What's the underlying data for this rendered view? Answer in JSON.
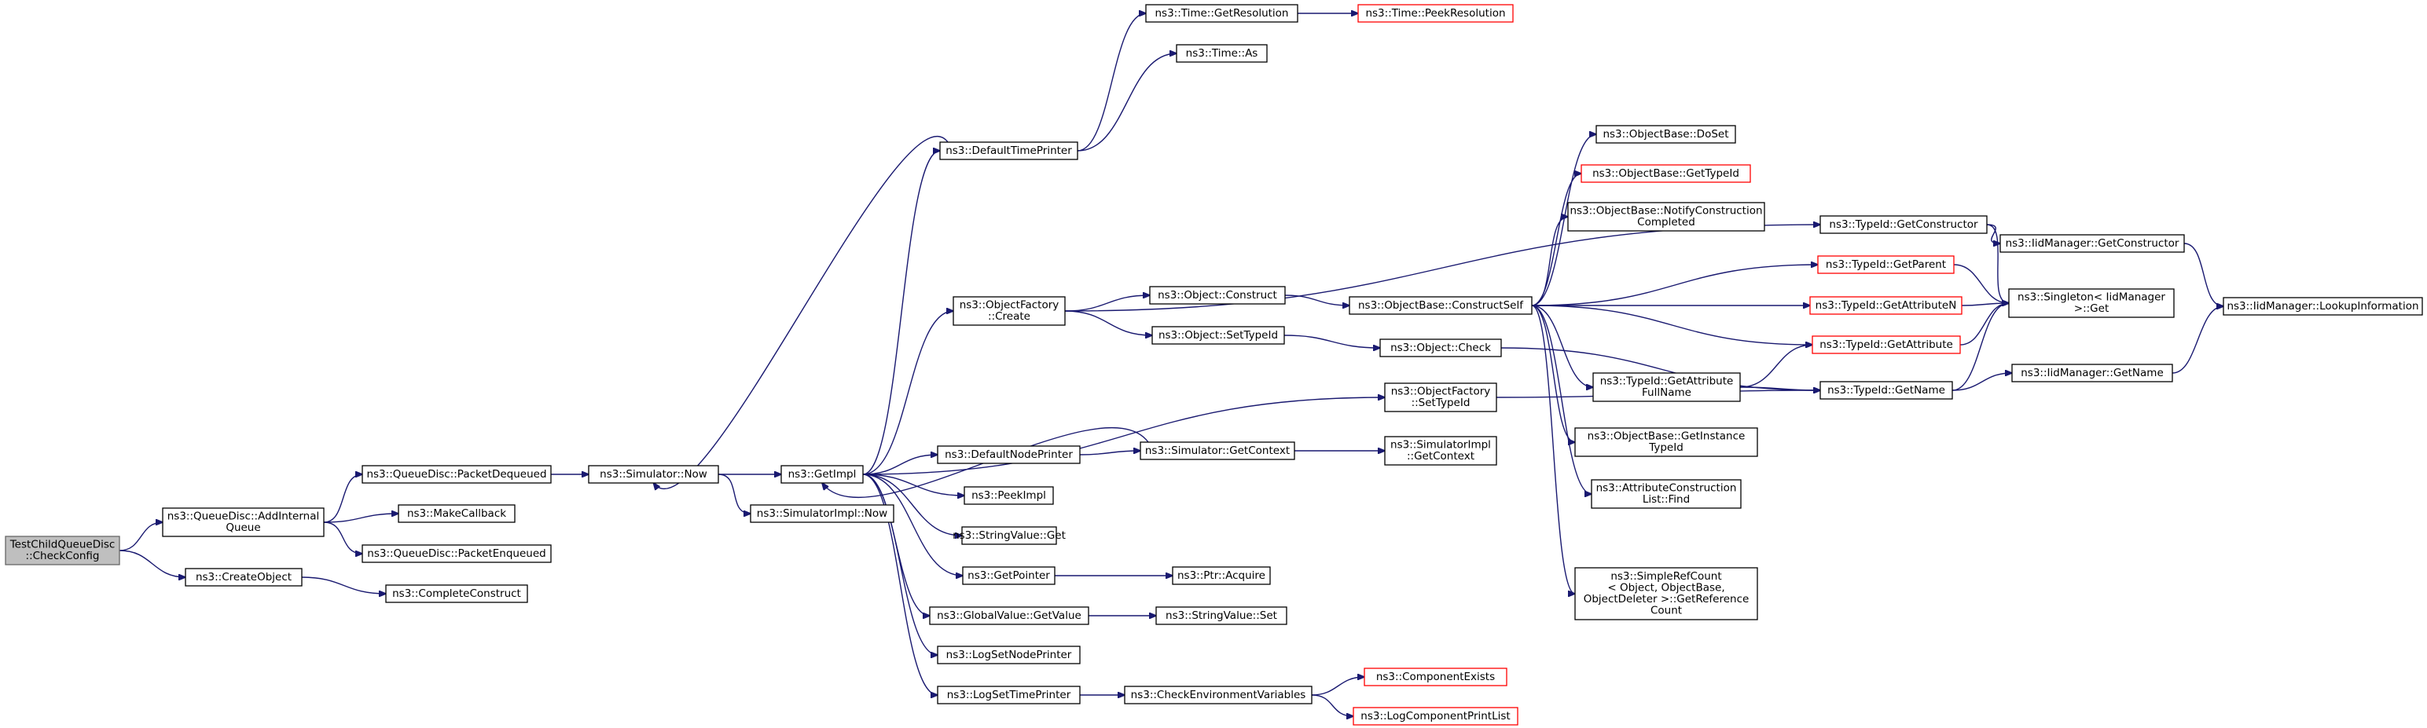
{
  "graph": {
    "nodes": [
      {
        "id": "root",
        "lines": [
          "TestChildQueueDisc",
          "::CheckConfig"
        ],
        "root": true
      },
      {
        "id": "addInternalQueue",
        "lines": [
          "ns3::QueueDisc::AddInternal",
          "Queue"
        ]
      },
      {
        "id": "createObject",
        "lines": [
          "ns3::CreateObject"
        ]
      },
      {
        "id": "packetDequeued",
        "lines": [
          "ns3::QueueDisc::PacketDequeued"
        ]
      },
      {
        "id": "makeCallback",
        "lines": [
          "ns3::MakeCallback"
        ]
      },
      {
        "id": "packetEnqueued",
        "lines": [
          "ns3::QueueDisc::PacketEnqueued"
        ]
      },
      {
        "id": "completeConstruct",
        "lines": [
          "ns3::CompleteConstruct"
        ]
      },
      {
        "id": "simNow",
        "lines": [
          "ns3::Simulator::Now"
        ]
      },
      {
        "id": "getImpl",
        "lines": [
          "ns3::GetImpl"
        ]
      },
      {
        "id": "simImplNow",
        "lines": [
          "ns3::SimulatorImpl::Now"
        ]
      },
      {
        "id": "defaultTimePrinter",
        "lines": [
          "ns3::DefaultTimePrinter"
        ]
      },
      {
        "id": "timeGetResolution",
        "lines": [
          "ns3::Time::GetResolution"
        ]
      },
      {
        "id": "timePeekResolution",
        "lines": [
          "ns3::Time::PeekResolution"
        ],
        "truncated": true
      },
      {
        "id": "timeAs",
        "lines": [
          "ns3::Time::As"
        ]
      },
      {
        "id": "objFactoryCreate",
        "lines": [
          "ns3::ObjectFactory",
          "::Create"
        ]
      },
      {
        "id": "objectConstruct",
        "lines": [
          "ns3::Object::Construct"
        ]
      },
      {
        "id": "objectSetTypeId",
        "lines": [
          "ns3::Object::SetTypeId"
        ]
      },
      {
        "id": "constructSelf",
        "lines": [
          "ns3::ObjectBase::ConstructSelf"
        ]
      },
      {
        "id": "objectCheck",
        "lines": [
          "ns3::Object::Check"
        ]
      },
      {
        "id": "objFactorySetTypeId",
        "lines": [
          "ns3::ObjectFactory",
          "::SetTypeId"
        ]
      },
      {
        "id": "defaultNodePrinter",
        "lines": [
          "ns3::DefaultNodePrinter"
        ]
      },
      {
        "id": "simGetContext",
        "lines": [
          "ns3::Simulator::GetContext"
        ]
      },
      {
        "id": "simImplGetContext",
        "lines": [
          "ns3::SimulatorImpl",
          "::GetContext"
        ]
      },
      {
        "id": "peekImpl",
        "lines": [
          "ns3::PeekImpl"
        ]
      },
      {
        "id": "stringValueGet",
        "lines": [
          "ns3::StringValue::Get"
        ]
      },
      {
        "id": "getPointer",
        "lines": [
          "ns3::GetPointer"
        ]
      },
      {
        "id": "ptrAcquire",
        "lines": [
          "ns3::Ptr::Acquire"
        ]
      },
      {
        "id": "globalValueGetValue",
        "lines": [
          "ns3::GlobalValue::GetValue"
        ]
      },
      {
        "id": "stringValueSet",
        "lines": [
          "ns3::StringValue::Set"
        ]
      },
      {
        "id": "logSetNodePrinter",
        "lines": [
          "ns3::LogSetNodePrinter"
        ]
      },
      {
        "id": "logSetTimePrinter",
        "lines": [
          "ns3::LogSetTimePrinter"
        ]
      },
      {
        "id": "checkEnvVars",
        "lines": [
          "ns3::CheckEnvironmentVariables"
        ]
      },
      {
        "id": "componentExists",
        "lines": [
          "ns3::ComponentExists"
        ],
        "truncated": true
      },
      {
        "id": "logComponentPrintList",
        "lines": [
          "ns3::LogComponentPrintList"
        ],
        "truncated": true
      },
      {
        "id": "objBaseDoSet",
        "lines": [
          "ns3::ObjectBase::DoSet"
        ]
      },
      {
        "id": "objBaseGetTypeId",
        "lines": [
          "ns3::ObjectBase::GetTypeId"
        ],
        "truncated": true
      },
      {
        "id": "notifyConstruction",
        "lines": [
          "ns3::ObjectBase::NotifyConstruction",
          "Completed"
        ]
      },
      {
        "id": "typeIdGetConstructor",
        "lines": [
          "ns3::TypeId::GetConstructor"
        ]
      },
      {
        "id": "iidGetConstructor",
        "lines": [
          "ns3::IidManager::GetConstructor"
        ]
      },
      {
        "id": "typeIdGetParent",
        "lines": [
          "ns3::TypeId::GetParent"
        ],
        "truncated": true
      },
      {
        "id": "singletonGet",
        "lines": [
          "ns3::Singleton< IidManager",
          " >::Get"
        ]
      },
      {
        "id": "typeIdGetAttributeN",
        "lines": [
          "ns3::TypeId::GetAttributeN"
        ],
        "truncated": true
      },
      {
        "id": "typeIdGetAttribute",
        "lines": [
          "ns3::TypeId::GetAttribute"
        ],
        "truncated": true
      },
      {
        "id": "iidLookupInformation",
        "lines": [
          "ns3::IidManager::LookupInformation"
        ]
      },
      {
        "id": "typeIdGetAttrFullName",
        "lines": [
          "ns3::TypeId::GetAttribute",
          "FullName"
        ]
      },
      {
        "id": "typeIdGetName",
        "lines": [
          "ns3::TypeId::GetName"
        ]
      },
      {
        "id": "iidGetName",
        "lines": [
          "ns3::IidManager::GetName"
        ]
      },
      {
        "id": "objBaseGetInstanceTypeId",
        "lines": [
          "ns3::ObjectBase::GetInstance",
          "TypeId"
        ]
      },
      {
        "id": "attrConstructionListFind",
        "lines": [
          "ns3::AttributeConstruction",
          "List::Find"
        ]
      },
      {
        "id": "simpleRefCountGetRefCount",
        "lines": [
          "ns3::SimpleRefCount",
          "< Object, ObjectBase,",
          " ObjectDeleter >::GetReference",
          "Count"
        ]
      }
    ],
    "edges": [
      [
        "root",
        "addInternalQueue"
      ],
      [
        "root",
        "createObject"
      ],
      [
        "addInternalQueue",
        "packetDequeued"
      ],
      [
        "addInternalQueue",
        "makeCallback"
      ],
      [
        "addInternalQueue",
        "packetEnqueued"
      ],
      [
        "createObject",
        "completeConstruct"
      ],
      [
        "packetDequeued",
        "simNow"
      ],
      [
        "simNow",
        "getImpl"
      ],
      [
        "simNow",
        "simImplNow"
      ],
      [
        "getImpl",
        "defaultTimePrinter"
      ],
      [
        "getImpl",
        "objFactoryCreate"
      ],
      [
        "getImpl",
        "objFactorySetTypeId"
      ],
      [
        "getImpl",
        "defaultNodePrinter"
      ],
      [
        "getImpl",
        "peekImpl"
      ],
      [
        "getImpl",
        "stringValueGet"
      ],
      [
        "getImpl",
        "getPointer"
      ],
      [
        "getImpl",
        "globalValueGetValue"
      ],
      [
        "getImpl",
        "logSetNodePrinter"
      ],
      [
        "getImpl",
        "logSetTimePrinter"
      ],
      [
        "defaultTimePrinter",
        "timeGetResolution"
      ],
      [
        "defaultTimePrinter",
        "timeAs"
      ],
      [
        "defaultTimePrinter",
        "simNow"
      ],
      [
        "timeGetResolution",
        "timePeekResolution"
      ],
      [
        "objFactoryCreate",
        "objectConstruct"
      ],
      [
        "objFactoryCreate",
        "objectSetTypeId"
      ],
      [
        "objFactoryCreate",
        "typeIdGetConstructor"
      ],
      [
        "objectConstruct",
        "constructSelf"
      ],
      [
        "objectSetTypeId",
        "objectCheck"
      ],
      [
        "constructSelf",
        "objBaseDoSet"
      ],
      [
        "constructSelf",
        "objBaseGetTypeId"
      ],
      [
        "constructSelf",
        "notifyConstruction"
      ],
      [
        "constructSelf",
        "typeIdGetParent"
      ],
      [
        "constructSelf",
        "typeIdGetAttributeN"
      ],
      [
        "constructSelf",
        "typeIdGetAttribute"
      ],
      [
        "constructSelf",
        "typeIdGetAttrFullName"
      ],
      [
        "constructSelf",
        "objBaseGetInstanceTypeId"
      ],
      [
        "constructSelf",
        "attrConstructionListFind"
      ],
      [
        "constructSelf",
        "simpleRefCountGetRefCount"
      ],
      [
        "objectCheck",
        "typeIdGetName"
      ],
      [
        "objFactorySetTypeId",
        "typeIdGetName"
      ],
      [
        "defaultNodePrinter",
        "simGetContext"
      ],
      [
        "simGetContext",
        "getImpl"
      ],
      [
        "simGetContext",
        "simImplGetContext"
      ],
      [
        "getPointer",
        "ptrAcquire"
      ],
      [
        "globalValueGetValue",
        "stringValueSet"
      ],
      [
        "logSetTimePrinter",
        "checkEnvVars"
      ],
      [
        "checkEnvVars",
        "componentExists"
      ],
      [
        "checkEnvVars",
        "logComponentPrintList"
      ],
      [
        "typeIdGetConstructor",
        "iidGetConstructor"
      ],
      [
        "typeIdGetConstructor",
        "singletonGet"
      ],
      [
        "iidGetConstructor",
        "iidLookupInformation"
      ],
      [
        "typeIdGetParent",
        "singletonGet"
      ],
      [
        "typeIdGetAttributeN",
        "singletonGet"
      ],
      [
        "typeIdGetAttribute",
        "singletonGet"
      ],
      [
        "typeIdGetAttrFullName",
        "typeIdGetAttribute"
      ],
      [
        "typeIdGetAttrFullName",
        "typeIdGetName"
      ],
      [
        "typeIdGetName",
        "singletonGet"
      ],
      [
        "typeIdGetName",
        "iidGetName"
      ],
      [
        "iidGetName",
        "iidLookupInformation"
      ]
    ]
  }
}
